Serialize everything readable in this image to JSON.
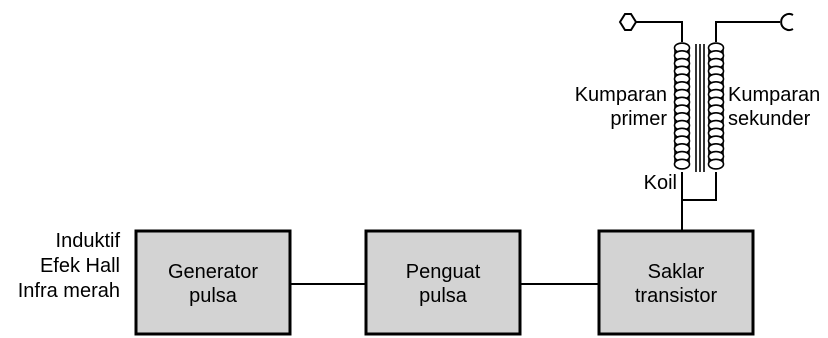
{
  "sensor_labels": [
    "Induktif",
    "Efek Hall",
    "Infra merah"
  ],
  "blocks": {
    "generator": [
      "Generator",
      "pulsa"
    ],
    "amplifier": [
      "Penguat",
      "pulsa"
    ],
    "switch": [
      "Saklar",
      "transistor"
    ]
  },
  "coil": {
    "primary_label": [
      "Kumparan",
      "primer"
    ],
    "secondary_label": [
      "Kumparan",
      "sekunder"
    ],
    "coil_label": "Koil"
  }
}
